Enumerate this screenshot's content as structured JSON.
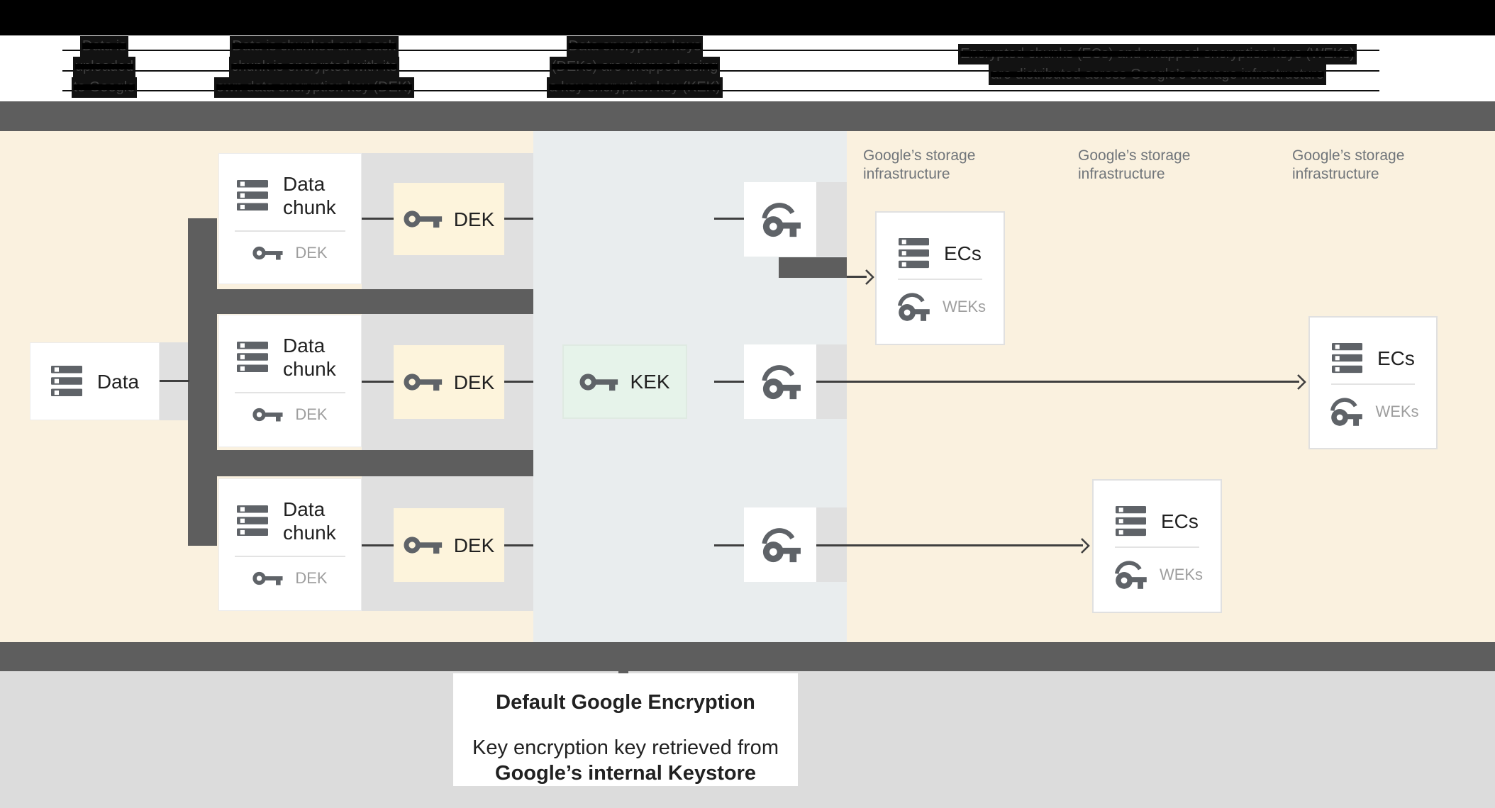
{
  "top_captions": {
    "col1_lines": [
      "Data is",
      "uploaded",
      "to Google"
    ],
    "col2_lines": [
      "Data is chunked and each",
      "chunk is encrypted with its",
      "own data encryption key (DEK)"
    ],
    "col3_lines": [
      "Data encryption keys",
      "(DEKs) are wrapped using",
      "a key encryption key (KEK)"
    ],
    "col4_lines": [
      "Encrypted chunks (ECs) and wrapped encryption keys (WEKs)",
      "are distributed across Google’s storage infrastructure"
    ]
  },
  "storage_label": {
    "line1": "Google’s storage",
    "line2": "infrastructure"
  },
  "data_box": {
    "label": "Data"
  },
  "chunk_box": {
    "title_line1": "Data",
    "title_line2": "chunk",
    "key_label": "DEK"
  },
  "dek_box": {
    "label": "DEK"
  },
  "kek_box": {
    "label": "KEK"
  },
  "ecs_box": {
    "title": "ECs",
    "key_label": "WEKs"
  },
  "bottom_caption": {
    "title": "Default Google Encryption",
    "line1": "Key encryption key retrieved from",
    "line2": "Google’s internal Keystore"
  },
  "colors": {
    "cream_background": "#faf1df",
    "middle_column": "#e9edee",
    "dek_fill": "#fdf4dc",
    "kek_fill": "#e6f3ea",
    "band_gray": "#e0e0e0",
    "dark_gray": "#5e5e5e",
    "icon_gray": "#5f6368",
    "footer_gray": "#dcdcdc"
  }
}
